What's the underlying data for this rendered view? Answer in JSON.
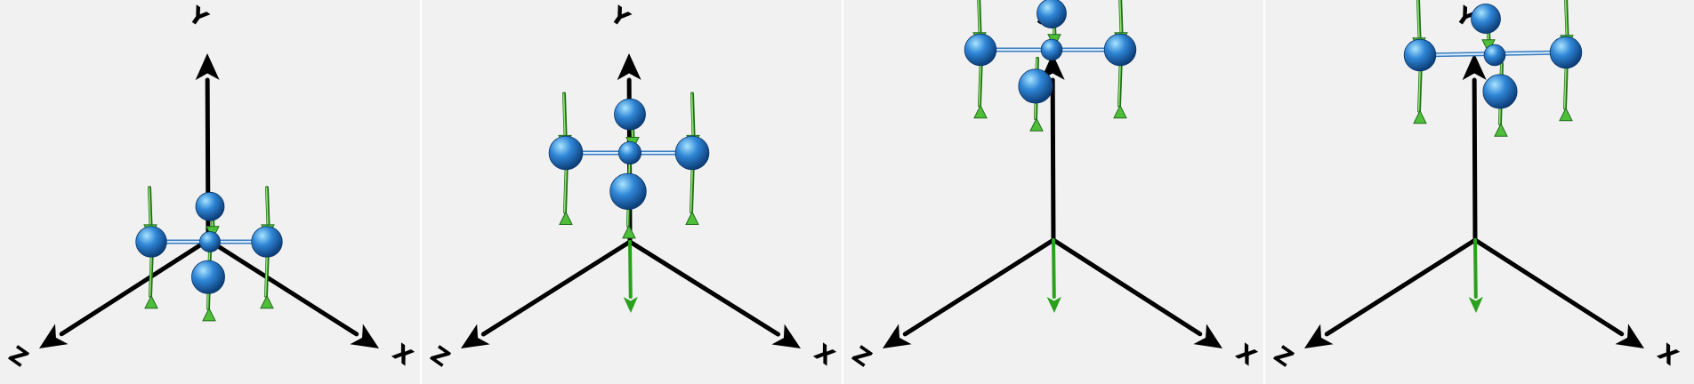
{
  "axis_labels": {
    "x": "X",
    "y": "Y",
    "z": "Z"
  },
  "colors": {
    "background": "#f1f1f1",
    "axis": "#000000",
    "spin_arrow": "#4fbf3a",
    "spin_arrow_dark": "#1f6b1a",
    "atom": "#2f86d6",
    "atom_highlight": "#a9e4ff",
    "bond": "#7fb8e8",
    "field_arrow": "#2aa11d"
  },
  "panels": [
    {
      "id": "panel-1",
      "field_arrow_visible": false
    },
    {
      "id": "panel-2",
      "field_arrow_visible": true
    },
    {
      "id": "panel-3",
      "field_arrow_visible": true
    },
    {
      "id": "panel-4",
      "field_arrow_visible": true
    }
  ]
}
